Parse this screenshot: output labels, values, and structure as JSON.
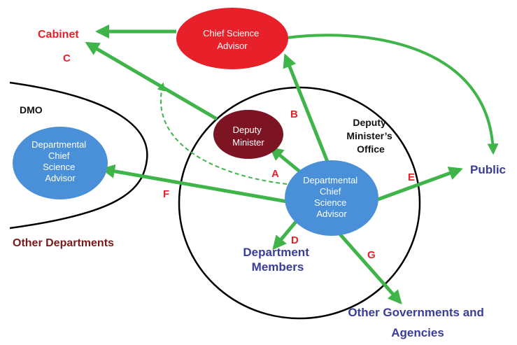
{
  "nodes": {
    "chief_science_advisor": [
      "Chief Science",
      "Advisor"
    ],
    "deputy_minister": [
      "Deputy",
      "Minister"
    ],
    "dept_csa_main": [
      "Departmental",
      "Chief",
      "Science",
      "Advisor"
    ],
    "dept_csa_other": [
      "Departmental",
      "Chief",
      "Science",
      "Advisor"
    ]
  },
  "labels": {
    "cabinet": "Cabinet",
    "public": "Public",
    "dmo": "DMO",
    "other_departments": "Other Departments",
    "dm_office": [
      "Deputy",
      "Minister’s",
      "Office"
    ],
    "department_members": [
      "Department",
      "Members"
    ],
    "other_governments": [
      "Other Governments and",
      "Agencies"
    ]
  },
  "edge_letters": {
    "a": "A",
    "b": "B",
    "c": "C",
    "d": "D",
    "e": "E",
    "f": "F",
    "g": "G"
  },
  "colors": {
    "arrow": "#3fb449",
    "chief_node": "#e8202a",
    "deputy_node": "#7d1423",
    "dept_node": "#4a90d9",
    "letters": "#e8202a"
  }
}
